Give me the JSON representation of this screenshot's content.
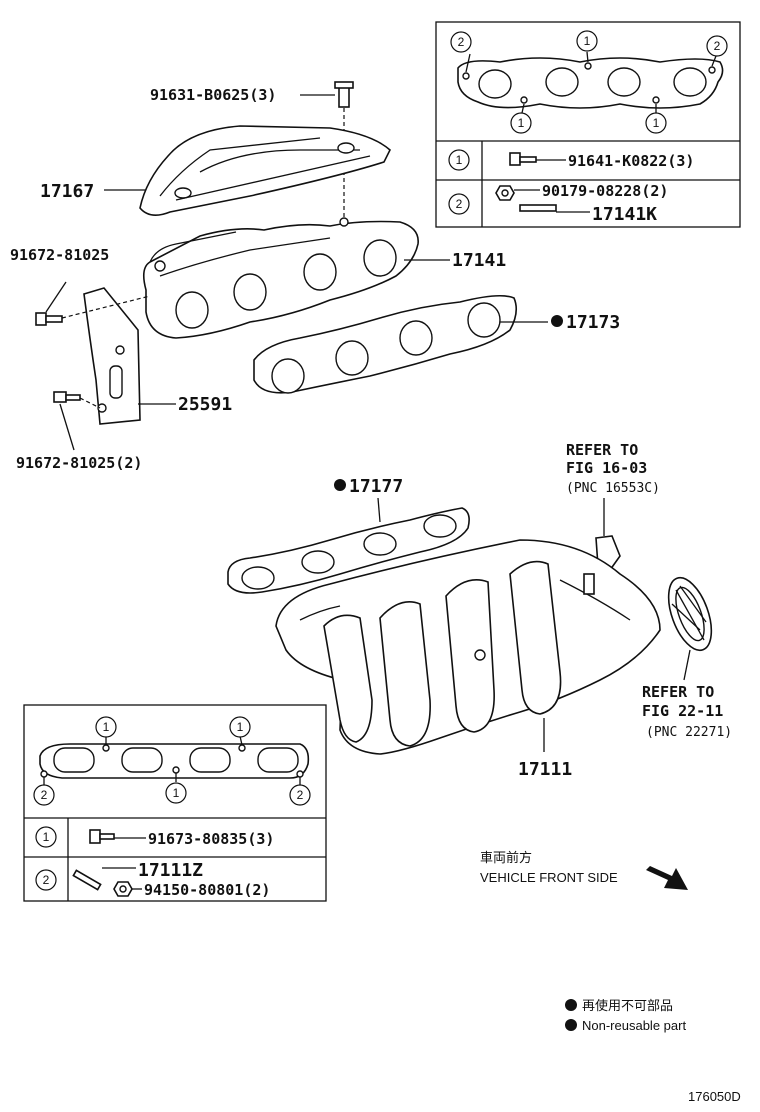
{
  "figure_id": "176050D",
  "parts": {
    "bolt_heat_insulator": "91631-B0625(3)",
    "insulator": "17167",
    "exhaust_manifold": "17141",
    "bolt_bracket_upper": "91672-81025",
    "bolt_bracket_lower": "91672-81025(2)",
    "bracket": "25591",
    "exhaust_gasket": "17173",
    "intake_gasket": "17177",
    "intake_manifold": "17111"
  },
  "exhaust_table": {
    "row1_num": "1",
    "row1_part": "91641-K0822(3)",
    "row2_num": "2",
    "row2_nut": "90179-08228(2)",
    "row2_stud": "17141K",
    "callouts": [
      "2",
      "1",
      "2",
      "1",
      "1"
    ]
  },
  "intake_table": {
    "row1_num": "1",
    "row1_part": "91673-80835(3)",
    "row2_num": "2",
    "row2_stud": "17111Z",
    "row2_nut": "94150-80801(2)",
    "callouts": [
      "1",
      "1",
      "2",
      "1",
      "2"
    ]
  },
  "refer_a": {
    "line1": "REFER TO",
    "line2": "FIG 16-03",
    "line3": "(PNC 16553C)"
  },
  "refer_b": {
    "line1": "REFER TO",
    "line2": "FIG 22-11",
    "line3": "(PNC 22271)"
  },
  "front": {
    "jp": "車両前方",
    "en": "VEHICLE FRONT SIDE"
  },
  "legend": {
    "jp": "再使用不可部品",
    "en": "Non-reusable part"
  }
}
